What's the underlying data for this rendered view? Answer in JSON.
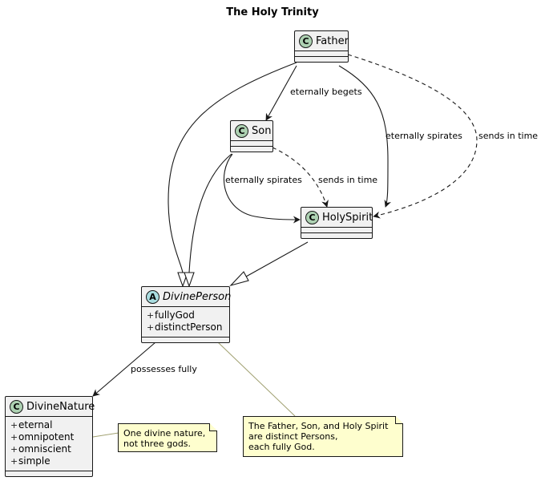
{
  "title": "The Holy Trinity",
  "classes": {
    "father": {
      "badge": "C",
      "name": "Father"
    },
    "son": {
      "badge": "C",
      "name": "Son"
    },
    "holy_spirit": {
      "badge": "C",
      "name": "HolySpirit"
    },
    "divine_person": {
      "badge": "A",
      "name": "DivinePerson",
      "fields": [
        {
          "visibility": "+",
          "name": "fullyGod"
        },
        {
          "visibility": "+",
          "name": "distinctPerson"
        }
      ]
    },
    "divine_nature": {
      "badge": "C",
      "name": "DivineNature",
      "fields": [
        {
          "visibility": "+",
          "name": "eternal"
        },
        {
          "visibility": "+",
          "name": "omnipotent"
        },
        {
          "visibility": "+",
          "name": "omniscient"
        },
        {
          "visibility": "+",
          "name": "simple"
        }
      ]
    }
  },
  "edges": {
    "father_son": "eternally begets",
    "father_spirit": "eternally spirates",
    "father_spirit_sends": "sends in time",
    "son_spirit": "eternally spirates",
    "son_spirit_sends": "sends in time",
    "person_nature": "possesses fully"
  },
  "notes": {
    "nature_note": [
      "One divine nature,",
      "not three gods."
    ],
    "person_note": [
      "The Father, Son, and Holy Spirit",
      "are distinct Persons,",
      "each fully God."
    ]
  },
  "colors": {
    "class_fill": "#f1f1f1",
    "class_badge": "#add1b2",
    "abstract_badge": "#a9dcdf",
    "note_fill": "#fefece",
    "line": "#181818"
  }
}
